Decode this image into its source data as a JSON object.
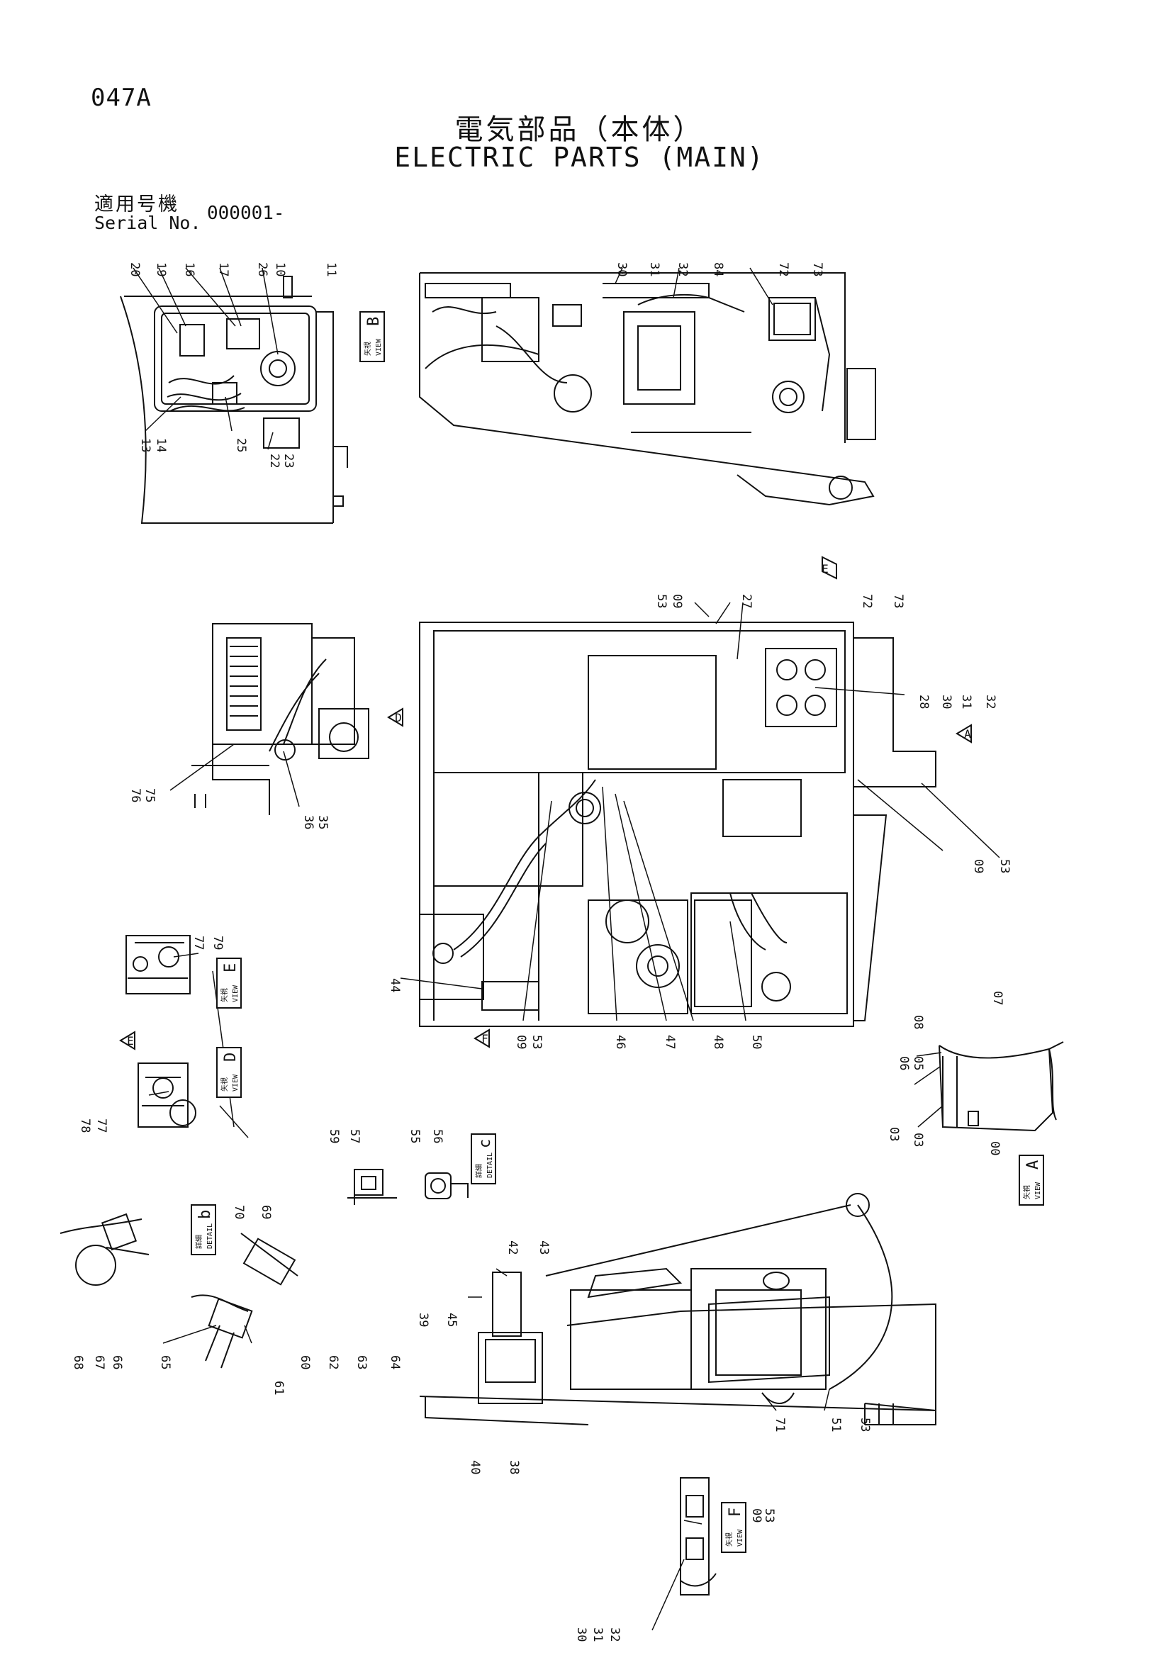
{
  "header": {
    "page_code": "047A",
    "title_jp": "電気部品（本体）",
    "title_en": "ELECTRIC PARTS (MAIN)",
    "serial_label_jp": "適用号機",
    "serial_label_en": "Serial No.",
    "serial_number": "000001-"
  },
  "view_tags": [
    {
      "id": "B",
      "word": "VIEW",
      "jp": "矢視"
    },
    {
      "id": "E",
      "word": "VIEW",
      "jp": "矢視"
    },
    {
      "id": "D",
      "word": "VIEW",
      "jp": "矢視"
    },
    {
      "id": "c",
      "word": "DETAIL",
      "jp": "詳細"
    },
    {
      "id": "b",
      "word": "DETAIL",
      "jp": "詳細"
    },
    {
      "id": "A",
      "word": "VIEW",
      "jp": "矢視"
    },
    {
      "id": "F",
      "word": "VIEW",
      "jp": "矢視"
    }
  ],
  "view_arrows": [
    "E",
    "D",
    "A",
    "F",
    "E"
  ],
  "callouts": [
    "20",
    "19",
    "16",
    "17",
    "26",
    "10",
    "11",
    "13",
    "14",
    "25",
    "22",
    "23",
    "30",
    "31",
    "32",
    "84",
    "72",
    "73",
    "53",
    "09",
    "27",
    "72",
    "73",
    "28",
    "30",
    "31",
    "32",
    "09",
    "53",
    "76",
    "75",
    "36",
    "35",
    "77",
    "79",
    "78",
    "77",
    "44",
    "09",
    "53",
    "46",
    "47",
    "48",
    "50",
    "08",
    "07",
    "06",
    "05",
    "03",
    "03",
    "00",
    "59",
    "57",
    "55",
    "56",
    "70",
    "69",
    "68",
    "67",
    "66",
    "65",
    "61",
    "60",
    "62",
    "63",
    "64",
    "42",
    "43",
    "39",
    "45",
    "40",
    "38",
    "71",
    "51",
    "53",
    "09",
    "53",
    "30",
    "31",
    "32"
  ]
}
